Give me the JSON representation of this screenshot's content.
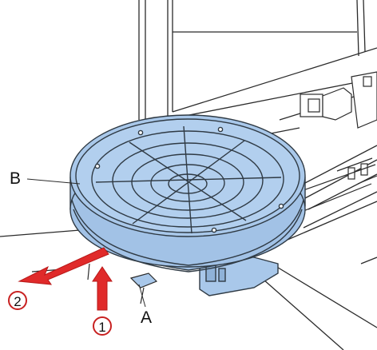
{
  "labels": {
    "b": "B",
    "a": "A",
    "step1": "1",
    "step2": "2"
  },
  "colors": {
    "turntable_fill": "#a9c8ea",
    "turntable_stroke": "#2f3a44",
    "arrow": "#e02a2a",
    "frame_line": "#2b2b2b"
  },
  "icons": {
    "arrow_1": "up-arrow",
    "arrow_2": "pull-out-arrow"
  }
}
